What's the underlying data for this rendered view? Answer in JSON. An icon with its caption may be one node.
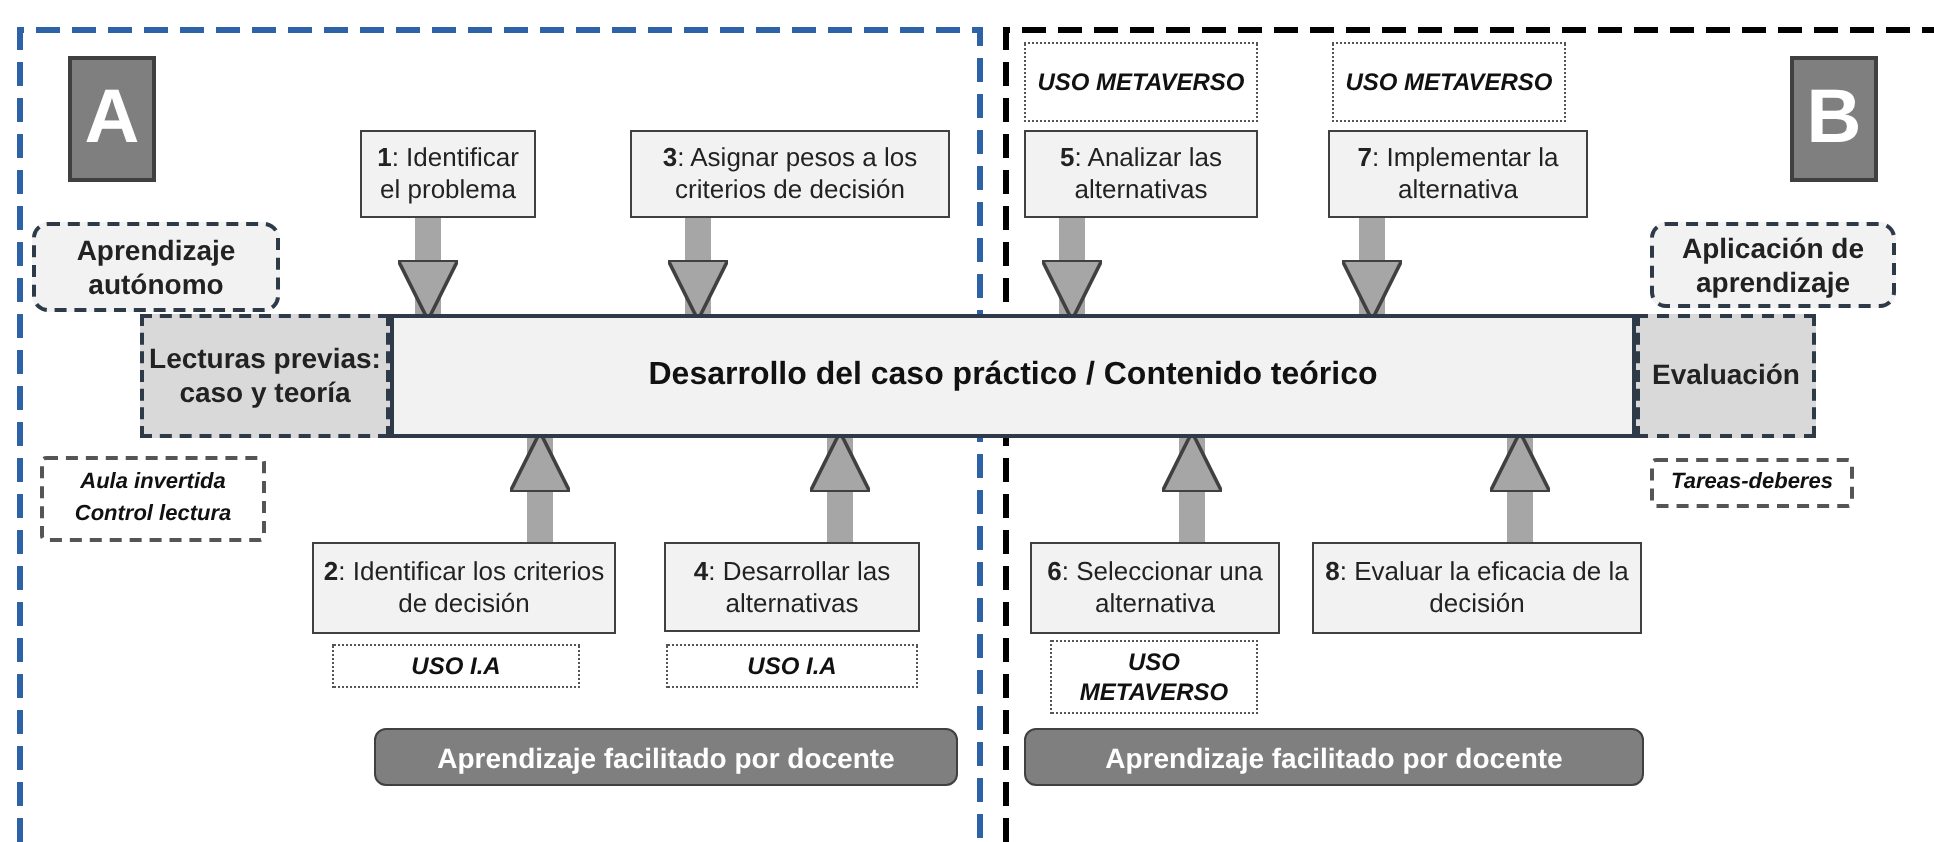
{
  "diagram": {
    "nodes": [
      {
        "text": [
          "A"
        ]
      },
      {
        "text": [
          "Aprendizaje autónomo"
        ]
      },
      {
        "text": [
          "Lecturas previas: caso y teoría"
        ]
      },
      {
        "text": [
          "Desarrollo del caso práctico / Contenido teórico"
        ]
      },
      {
        "text": [
          "Evaluación"
        ]
      },
      {
        "text": [
          "Aula invertida Control lectura"
        ]
      },
      {
        "text": [
          "**1**: Identificar el problema"
        ]
      },
      {
        "text": [
          "**3**: Asignar pesos a los criterios de decisión"
        ]
      },
      {
        "text": [
          "USO METAVERSO"
        ]
      },
      {
        "text": [
          "**5**: Analizar las alternativas"
        ]
      },
      {
        "text": [
          "USO METAVERSO"
        ]
      },
      {
        "text": [
          "**7**: Implementar la alternativa"
        ]
      },
      {
        "text": [
          "B"
        ]
      },
      {
        "text": [
          "Aplicación de aprendizaje"
        ]
      },
      {
        "text": [
          "Tareas-deberes"
        ]
      },
      {
        "text": [
          "**2**: Identificar los criterios de decisión"
        ]
      },
      {
        "text": [
          "USO I.A"
        ]
      },
      {
        "text": [
          "**4**: Desarrollar las alternativas"
        ]
      },
      {
        "text": [
          "USO I.A"
        ]
      },
      {
        "text": [
          "**6**: Seleccionar una alternativa"
        ]
      },
      {
        "text": [
          "USO METAVERSO"
        ]
      },
      {
        "text": [
          "**8**: Evaluar la eficacia de la decisión"
        ]
      },
      {
        "text": [
          "Aprendizaje facilitado por docente"
        ]
      },
      {
        "text": [
          "Aprendizaje facilitado por docente"
        ]
      }
    ],
    "edges": [
      {
        "from": 6,
        "to": 3,
        "arrow": "to"
      },
      {
        "from": 7,
        "to": 3,
        "arrow": "to"
      },
      {
        "from": 9,
        "to": 3,
        "arrow": "to"
      },
      {
        "from": 11,
        "to": 3,
        "arrow": "to"
      },
      {
        "from": 15,
        "to": 3,
        "arrow": "to"
      },
      {
        "from": 17,
        "to": 3,
        "arrow": "to"
      },
      {
        "from": 19,
        "to": 3,
        "arrow": "to"
      },
      {
        "from": 21,
        "to": 3,
        "arrow": "to"
      }
    ]
  }
}
